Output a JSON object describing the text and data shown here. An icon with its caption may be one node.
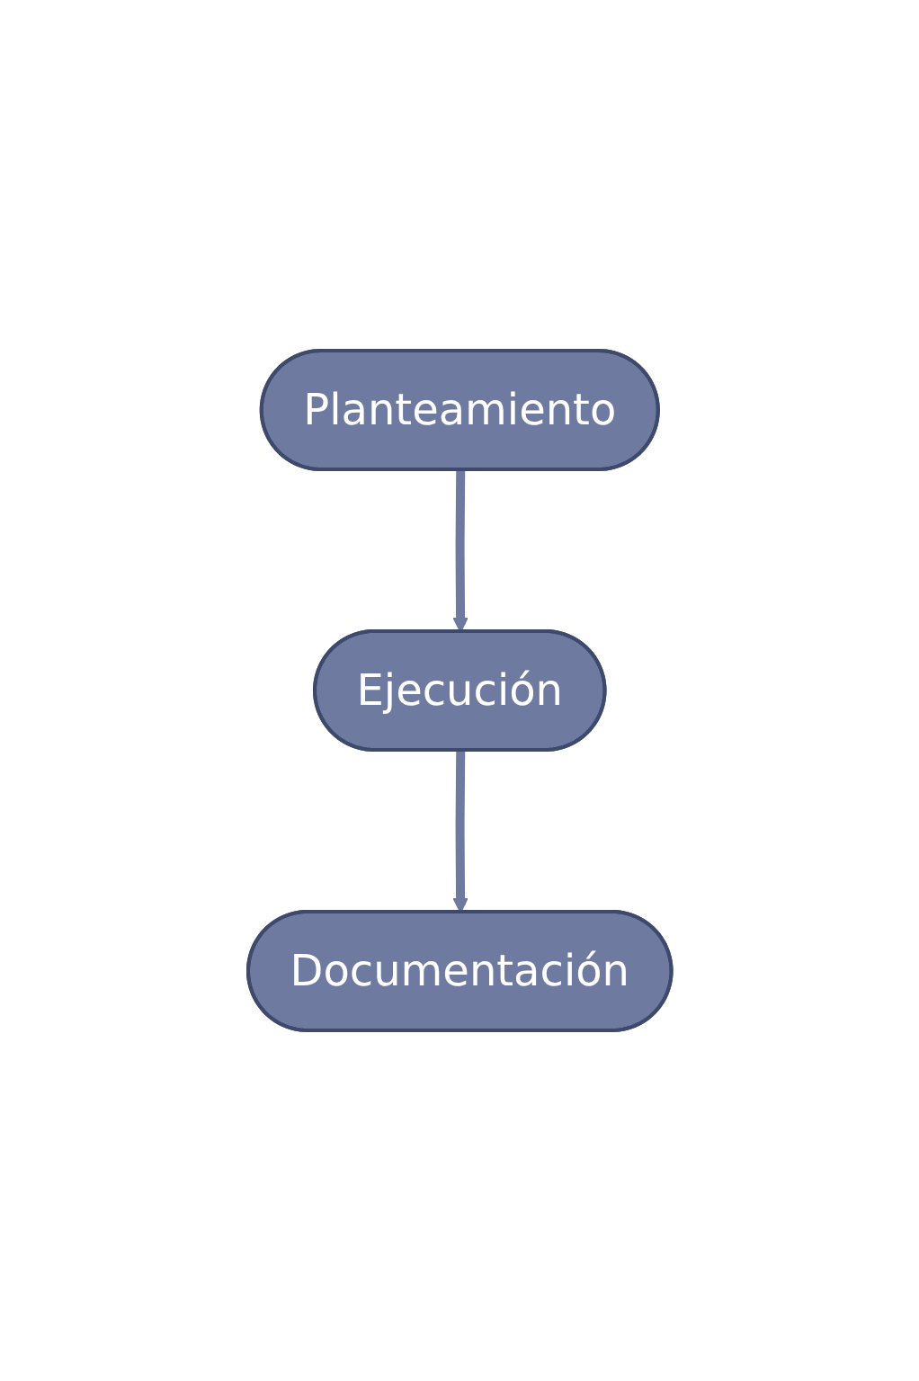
{
  "diagram": {
    "nodes": [
      {
        "text": [
          "Planteamiento"
        ]
      },
      {
        "text": [
          "Ejecución"
        ]
      },
      {
        "text": [
          "Documentación"
        ]
      }
    ],
    "edges": [
      {
        "from": 0,
        "to": 1,
        "arrow": "to"
      },
      {
        "from": 1,
        "to": 2,
        "arrow": "to"
      }
    ]
  }
}
